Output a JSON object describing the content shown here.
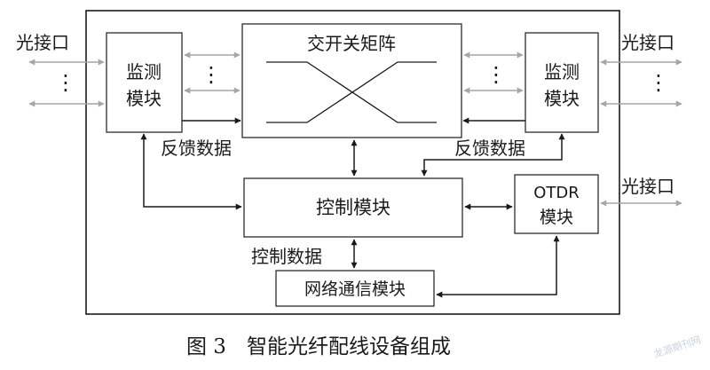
{
  "diagram": {
    "switch_matrix": "交开关矩阵",
    "monitor_left_line1": "监测",
    "monitor_left_line2": "模块",
    "monitor_right_line1": "监测",
    "monitor_right_line2": "模块",
    "control_module": "控制模块",
    "otdr_line1": "OTDR",
    "otdr_line2": "模块",
    "network_module": "网络通信模块",
    "port_left": "光接口",
    "port_right_top": "光接口",
    "port_right_mid": "光接口",
    "feedback_left": "反馈数据",
    "feedback_right": "反馈数据",
    "control_data": "控制数据",
    "dots": "⋮"
  },
  "caption": "图 3　智能光纤配线设备组成",
  "watermark": "龙源期刊网",
  "colors": {
    "line": "#1a1a1a",
    "gray_arrow": "#a6a6a6",
    "watermark": "#c9d3de"
  }
}
